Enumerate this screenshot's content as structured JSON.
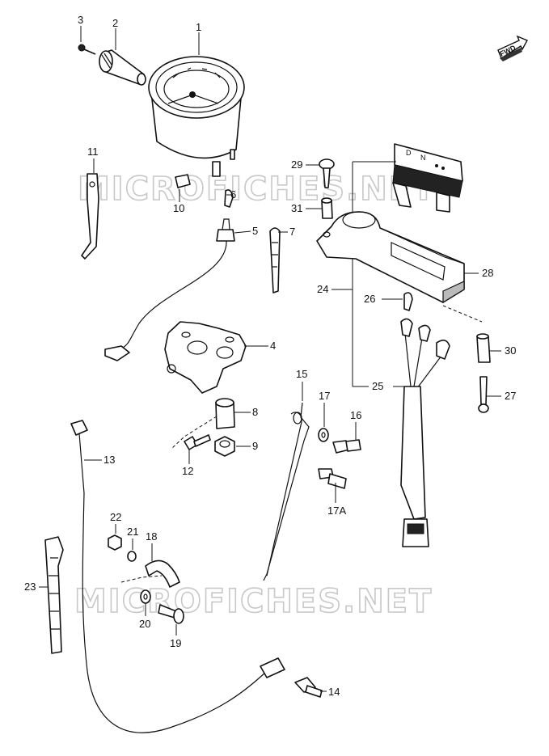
{
  "watermarks": [
    "MICROFICHES.NET",
    "MICROFICHES.NET"
  ],
  "fwd_badge": "FWD",
  "gauge_symbols": [
    "D",
    "N"
  ],
  "callouts": {
    "c1": "1",
    "c2": "2",
    "c3": "3",
    "c4": "4",
    "c5": "5",
    "c6": "6",
    "c7": "7",
    "c8": "8",
    "c9": "9",
    "c10": "10",
    "c11": "11",
    "c12": "12",
    "c13": "13",
    "c14": "14",
    "c15": "15",
    "c16": "16",
    "c17": "17",
    "c17a": "17A",
    "c18": "18",
    "c19": "19",
    "c20": "20",
    "c21": "21",
    "c22": "22",
    "c23": "23",
    "c24": "24",
    "c25": "25",
    "c26": "26",
    "c27": "27",
    "c28": "28",
    "c29": "29",
    "c30": "30",
    "c31": "31"
  }
}
